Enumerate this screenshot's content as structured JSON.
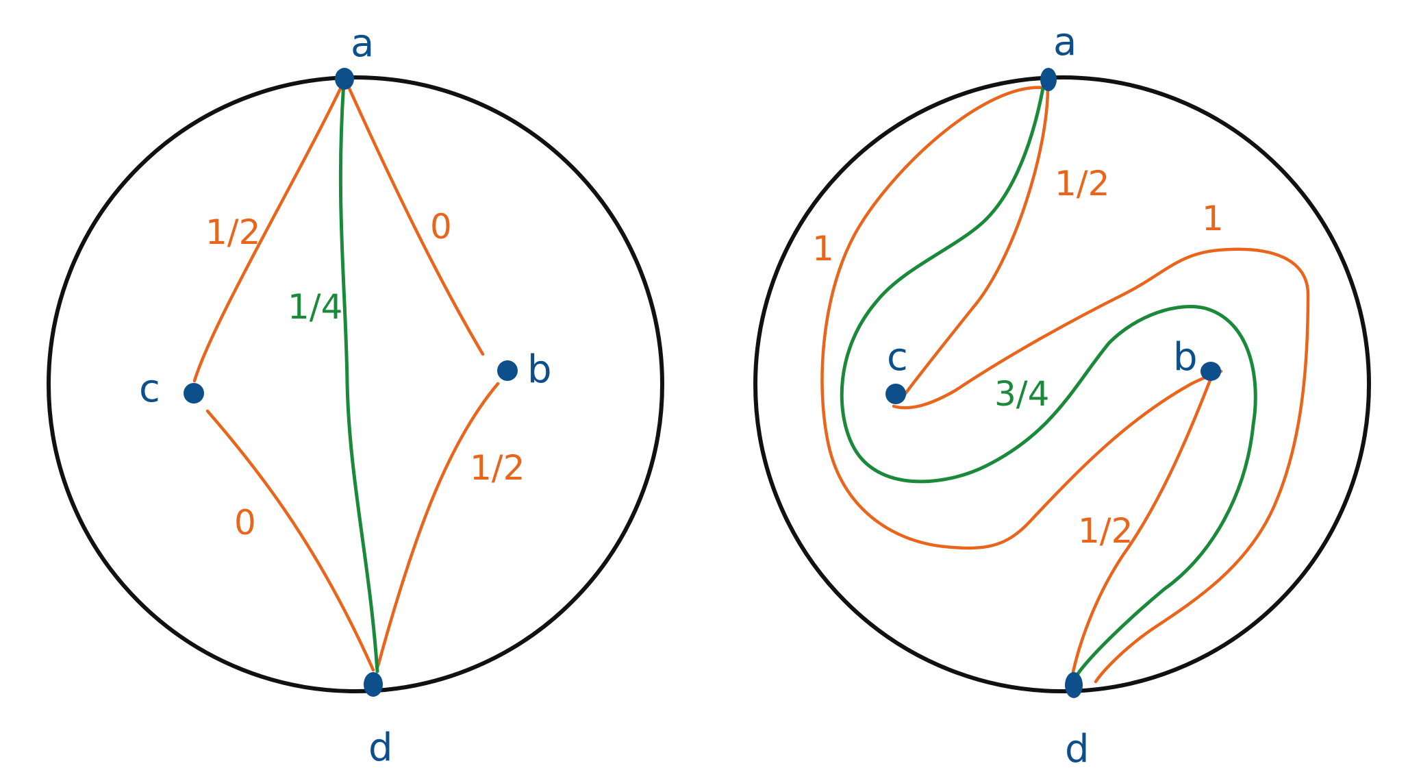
{
  "colors": {
    "vertex": "#0d4f8b",
    "orange_curve": "#e8651b",
    "green_curve": "#1a8a3a",
    "circle": "#111111"
  },
  "left_diagram": {
    "vertices": {
      "a": "a",
      "b": "b",
      "c": "c",
      "d": "d"
    },
    "labels": {
      "ac": "1/2",
      "ad": "1/4",
      "ab": "0",
      "cd": "0",
      "bd": "1/2"
    }
  },
  "right_diagram": {
    "vertices": {
      "a": "a",
      "b": "b",
      "c": "c",
      "d": "d"
    },
    "labels": {
      "outer_left": "1",
      "a_c": "1/2",
      "outer_right": "1",
      "middle": "3/4",
      "b_d": "1/2"
    }
  }
}
